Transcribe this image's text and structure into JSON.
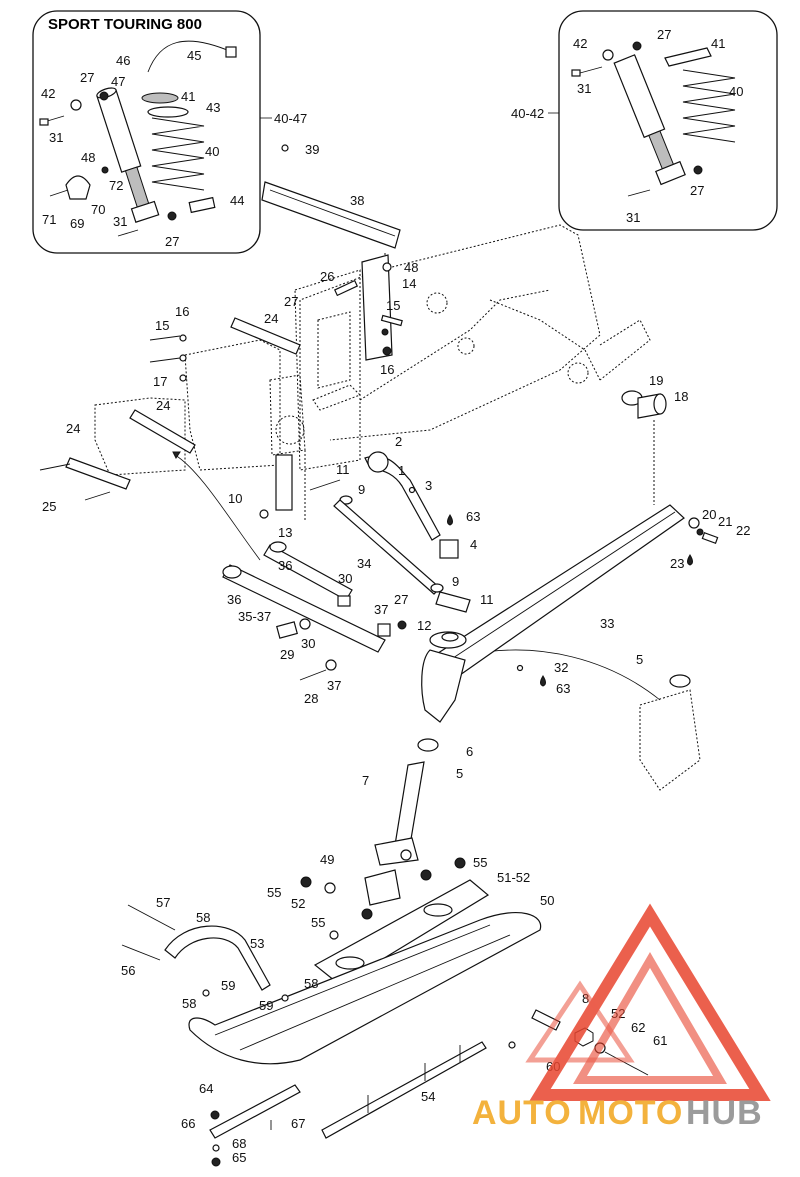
{
  "titles": {
    "kit_left": "SPORT TOURING 800",
    "kit_left_ref": "40-47",
    "kit_right_ref": "40-42"
  },
  "callouts": {
    "c1": "1",
    "c2": "2",
    "c3": "3",
    "c4": "4",
    "c5a": "5",
    "c5b": "5",
    "c6": "6",
    "c7": "7",
    "c8": "8",
    "c9a": "9",
    "c9b": "9",
    "c10": "10",
    "c11a": "11",
    "c11b": "11",
    "c12": "12",
    "c13": "13",
    "c14": "14",
    "c15a": "15",
    "c15b": "15",
    "c16a": "16",
    "c16b": "16",
    "c17": "17",
    "c18": "18",
    "c19": "19",
    "c20": "20",
    "c21": "21",
    "c22": "22",
    "c23": "23",
    "c24a": "24",
    "c24b": "24",
    "c24c": "24",
    "c25": "25",
    "c26": "26",
    "c27a": "27",
    "c27b": "27",
    "c27c": "27",
    "c27d": "27",
    "c27e": "27",
    "c28": "28",
    "c29": "29",
    "c30a": "30",
    "c30b": "30",
    "c31a": "31",
    "c31b": "31",
    "c31c": "31",
    "c31d": "31",
    "c32": "32",
    "c33": "33",
    "c34": "34",
    "c35": "35-37",
    "c36a": "36",
    "c36b": "36",
    "c37a": "37",
    "c37b": "37",
    "c38": "38",
    "c39": "39",
    "c40a": "40",
    "c40b": "40",
    "c41a": "41",
    "c41b": "41",
    "c42a": "42",
    "c42b": "42",
    "c43": "43",
    "c44": "44",
    "c45": "45",
    "c46": "46",
    "c47": "47",
    "c48a": "48",
    "c48b": "48",
    "c49": "49",
    "c50": "50",
    "c51": "51-52",
    "c52a": "52",
    "c52b": "52",
    "c53": "53",
    "c54": "54",
    "c55a": "55",
    "c55b": "55",
    "c55c": "55",
    "c56": "56",
    "c57": "57",
    "c58a": "58",
    "c58b": "58",
    "c58c": "58",
    "c59a": "59",
    "c59b": "59",
    "c60": "60",
    "c61": "61",
    "c62": "62",
    "c63a": "63",
    "c63b": "63",
    "c64": "64",
    "c65": "65",
    "c66": "66",
    "c67": "67",
    "c68": "68",
    "c69": "69",
    "c70": "70",
    "c71": "71",
    "c72": "72"
  },
  "watermark": {
    "part1": "AUTO",
    "part2": "MOTO",
    "part3": "HUB"
  },
  "colors": {
    "watermark_red": "#e8452f",
    "watermark_orange": "#f2a51c",
    "watermark_grey": "#8a8a8a"
  }
}
